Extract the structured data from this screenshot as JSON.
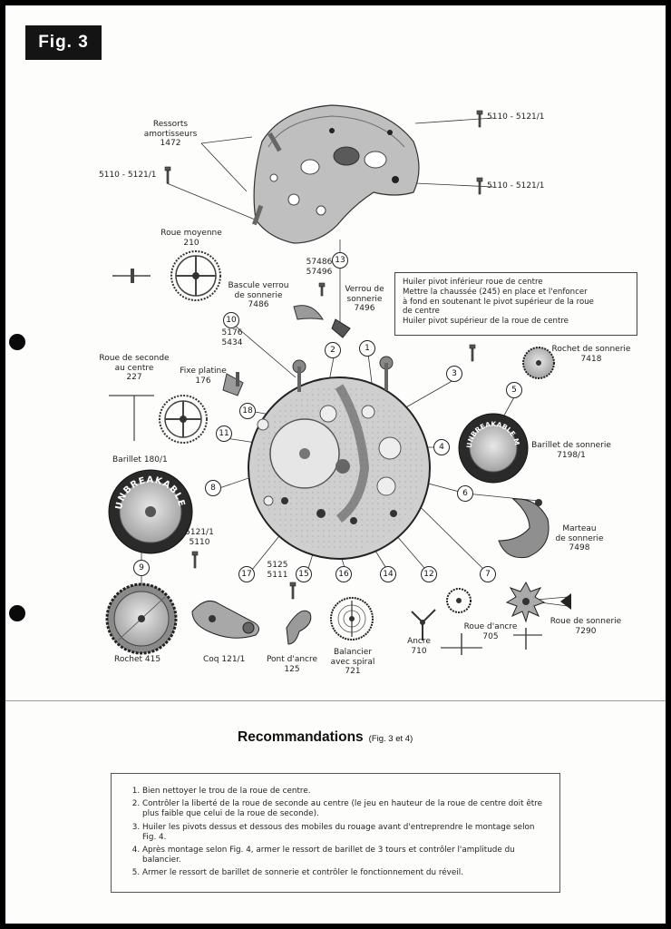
{
  "figure": {
    "label": "Fig. 3"
  },
  "labels": {
    "ressorts": [
      "Ressorts",
      "amortisseurs",
      "1472"
    ],
    "screw_left": "5110 - 5121/1",
    "screw_top_right": "5110 - 5121/1",
    "screw_right": "5110 - 5121/1",
    "roue_moyenne": [
      "Roue moyenne",
      "210"
    ],
    "ref_57486": [
      "57486",
      "57496"
    ],
    "bascule": [
      "Bascule verrou",
      "de sonnerie",
      "7486"
    ],
    "verrou": [
      "Verrou de",
      "sonnerie",
      "7496"
    ],
    "ref_5176": [
      "5176",
      "5434"
    ],
    "roue_seconde": [
      "Roue de seconde",
      "au centre",
      "227"
    ],
    "fixe_platine": [
      "Fixe platine",
      "176"
    ],
    "rochet_sonnerie": [
      "Rochet de sonnerie",
      "7418"
    ],
    "barillet_sonnerie": [
      "Barillet de sonnerie",
      "7198/1"
    ],
    "barillet": "Barillet 180/1",
    "marteau": [
      "Marteau",
      "de sonnerie",
      "7498"
    ],
    "ref_5121": [
      "5121/1",
      "5110"
    ],
    "ref_5125": [
      "5125",
      "5111"
    ],
    "roue_sonnerie": [
      "Roue de sonnerie",
      "7290"
    ],
    "roue_ancre": [
      "Roue d'ancre",
      "705"
    ],
    "ancre": [
      "Ancre",
      "710"
    ],
    "balancier": [
      "Balancier",
      "avec spiral",
      "721"
    ],
    "pont_ancre": [
      "Pont d'ancre",
      "125"
    ],
    "coq": "Coq 121/1",
    "rochet": "Rochet 415",
    "mainspring_text": "UNBREAKABLE MAINSPRING"
  },
  "callouts": [
    "1",
    "2",
    "3",
    "4",
    "5",
    "6",
    "7",
    "8",
    "9",
    "10",
    "11",
    "12",
    "13",
    "14",
    "15",
    "16",
    "17",
    "18"
  ],
  "note_box": [
    "Huiler pivot inférieur roue de centre",
    "Mettre la chaussée (245) en place et l'enfoncer",
    "à fond en soutenant le pivot supérieur de la roue",
    "de centre",
    "Huiler pivot supérieur de la roue de centre"
  ],
  "recommendations": {
    "title": "Recommandations",
    "subtitle": "(Fig. 3 et 4)",
    "items": [
      "Bien nettoyer le trou de la roue de centre.",
      "Contrôler la liberté de la roue de seconde au centre (le jeu en hauteur de la roue de centre doit être plus faible que celui de la roue de seconde).",
      "Huiler les pivots dessus et dessous des mobiles du rouage avant d'entreprendre le montage selon Fig. 4.",
      "Après montage selon Fig. 4, armer le ressort de barillet de 3 tours et contrôler l'amplitude du balancier.",
      "Armer le ressort de barillet de sonnerie et contrôler le fonctionnement du réveil."
    ]
  }
}
